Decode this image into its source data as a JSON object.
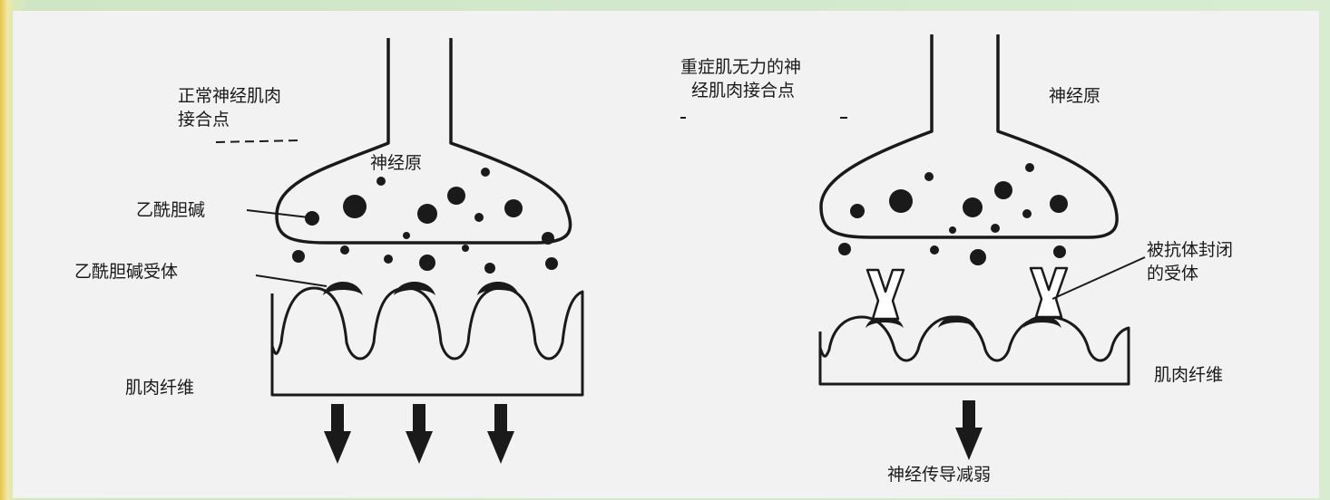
{
  "left": {
    "title_line1": "正常神经肌肉",
    "title_line2": "接合点",
    "neuron": "神经原",
    "ach": "乙酰胆碱",
    "ach_receptor": "乙酰胆碱受体",
    "muscle": "肌肉纤维"
  },
  "right": {
    "title_line1": "重症肌无力的神",
    "title_line2": "经肌肉接合点",
    "neuron": "神经原",
    "blocked_line1": "被抗体封闭",
    "blocked_line2": "的受体",
    "muscle": "肌肉纤维",
    "signal": "神经传导减弱"
  },
  "colors": {
    "ink": "#1a1a1a",
    "panel": "#f2f2f2"
  }
}
